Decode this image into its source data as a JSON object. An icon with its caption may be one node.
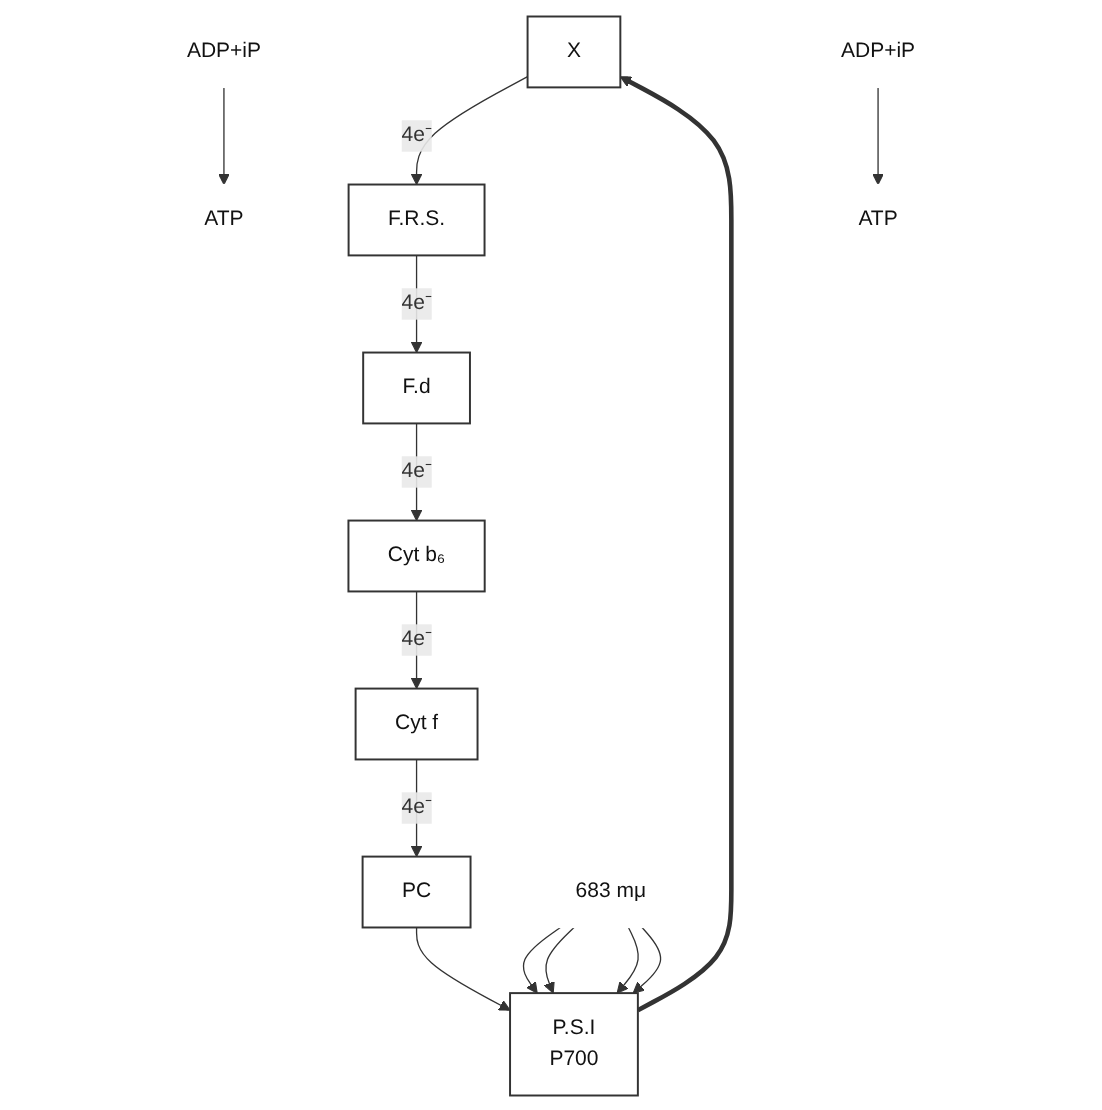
{
  "diagram": {
    "nodes": [
      {
        "text": [
          "X"
        ]
      },
      {
        "text": [
          "F.R.S."
        ]
      },
      {
        "text": [
          "F.d"
        ]
      },
      {
        "text": [
          "Cyt b₆"
        ]
      },
      {
        "text": [
          "Cyt f"
        ]
      },
      {
        "text": [
          "PC"
        ]
      },
      {
        "text": [
          "P.S.I",
          "P700"
        ]
      },
      {
        "text": [
          "ADP+iP"
        ]
      },
      {
        "text": [
          "ATP"
        ]
      },
      {
        "text": [
          "ADP+iP"
        ]
      },
      {
        "text": [
          "ATP"
        ]
      },
      {
        "text": [
          "683 mμ"
        ]
      }
    ],
    "edges": [
      {
        "from": 0,
        "to": 1,
        "arrow": "to",
        "label": "4e⁻"
      },
      {
        "from": 1,
        "to": 2,
        "arrow": "to",
        "label": "4e⁻"
      },
      {
        "from": 2,
        "to": 3,
        "arrow": "to",
        "label": "4e⁻"
      },
      {
        "from": 7,
        "to": 8,
        "arrow": "to"
      },
      {
        "from": 3,
        "to": 4,
        "arrow": "to",
        "label": "4e⁻"
      },
      {
        "from": 9,
        "to": 10,
        "arrow": "to"
      },
      {
        "from": 4,
        "to": 5,
        "arrow": "to",
        "label": "4e⁻"
      },
      {
        "from": 5,
        "to": 6,
        "arrow": "to"
      },
      {
        "from": 6,
        "to": 0,
        "arrow": "to",
        "style": "thick"
      },
      {
        "from": 11,
        "to": 6,
        "arrow": "to"
      },
      {
        "from": 11,
        "to": 6,
        "arrow": "to"
      },
      {
        "from": 11,
        "to": 6,
        "arrow": "to"
      },
      {
        "from": 11,
        "to": 6,
        "arrow": "to"
      }
    ]
  }
}
